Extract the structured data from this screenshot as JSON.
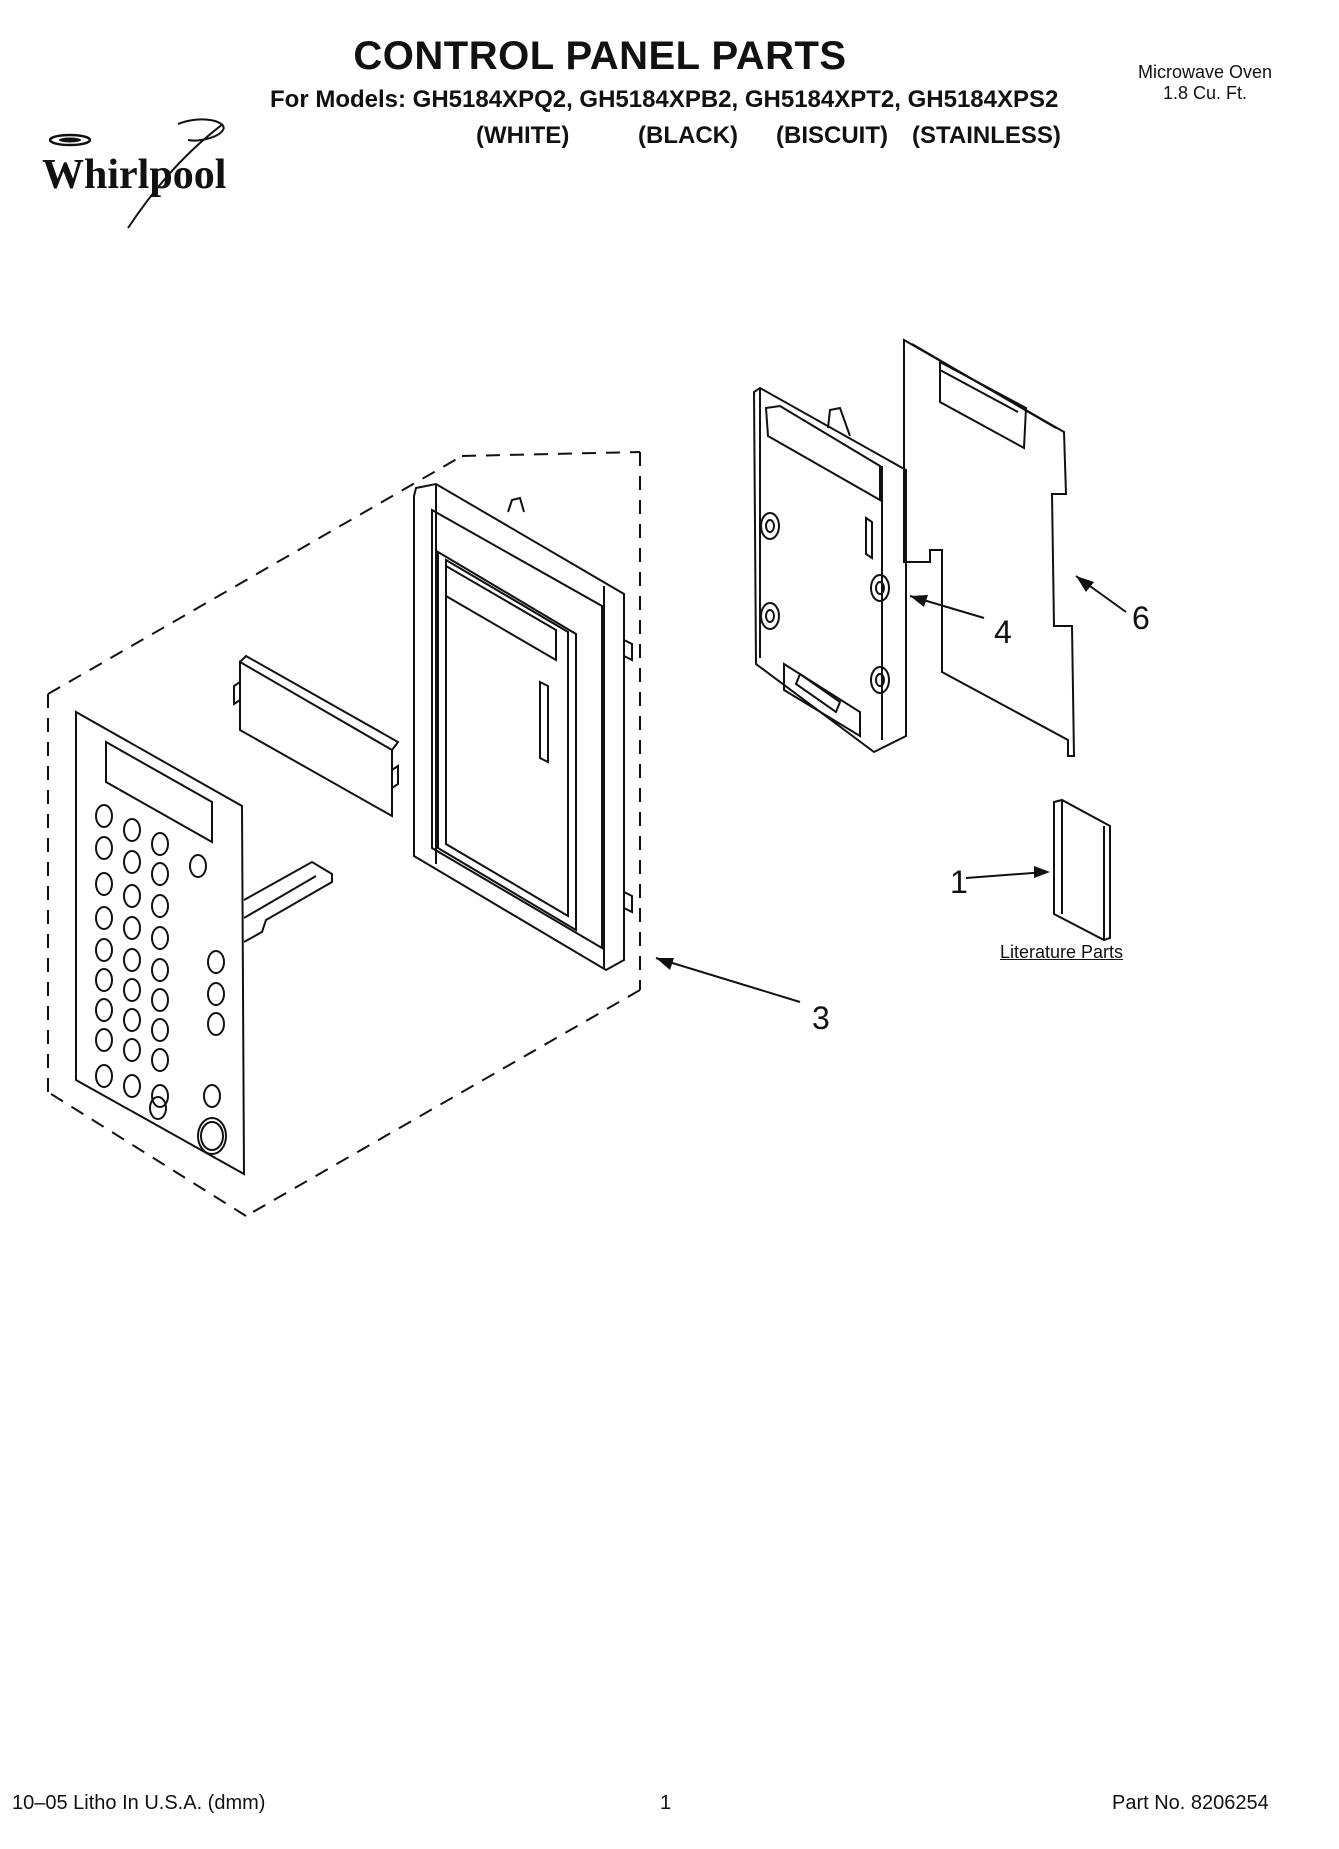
{
  "brand": "Whirlpool",
  "header": {
    "title": "CONTROL PANEL PARTS",
    "models_line": "For Models: GH5184XPQ2, GH5184XPB2, GH5184XPT2, GH5184XPS2",
    "colors": [
      "(WHITE)",
      "(BLACK)",
      "(BISCUIT)",
      "(STAINLESS)"
    ],
    "product": "Microwave Oven",
    "capacity": "1.8 Cu. Ft."
  },
  "callouts": {
    "c1": "1",
    "c3": "3",
    "c4": "4",
    "c6": "6"
  },
  "literature_label": "Literature Parts",
  "footer": {
    "litho": "10–05 Litho In U.S.A. (dmm)",
    "page": "1",
    "part_no": "Part No. 8206254"
  }
}
